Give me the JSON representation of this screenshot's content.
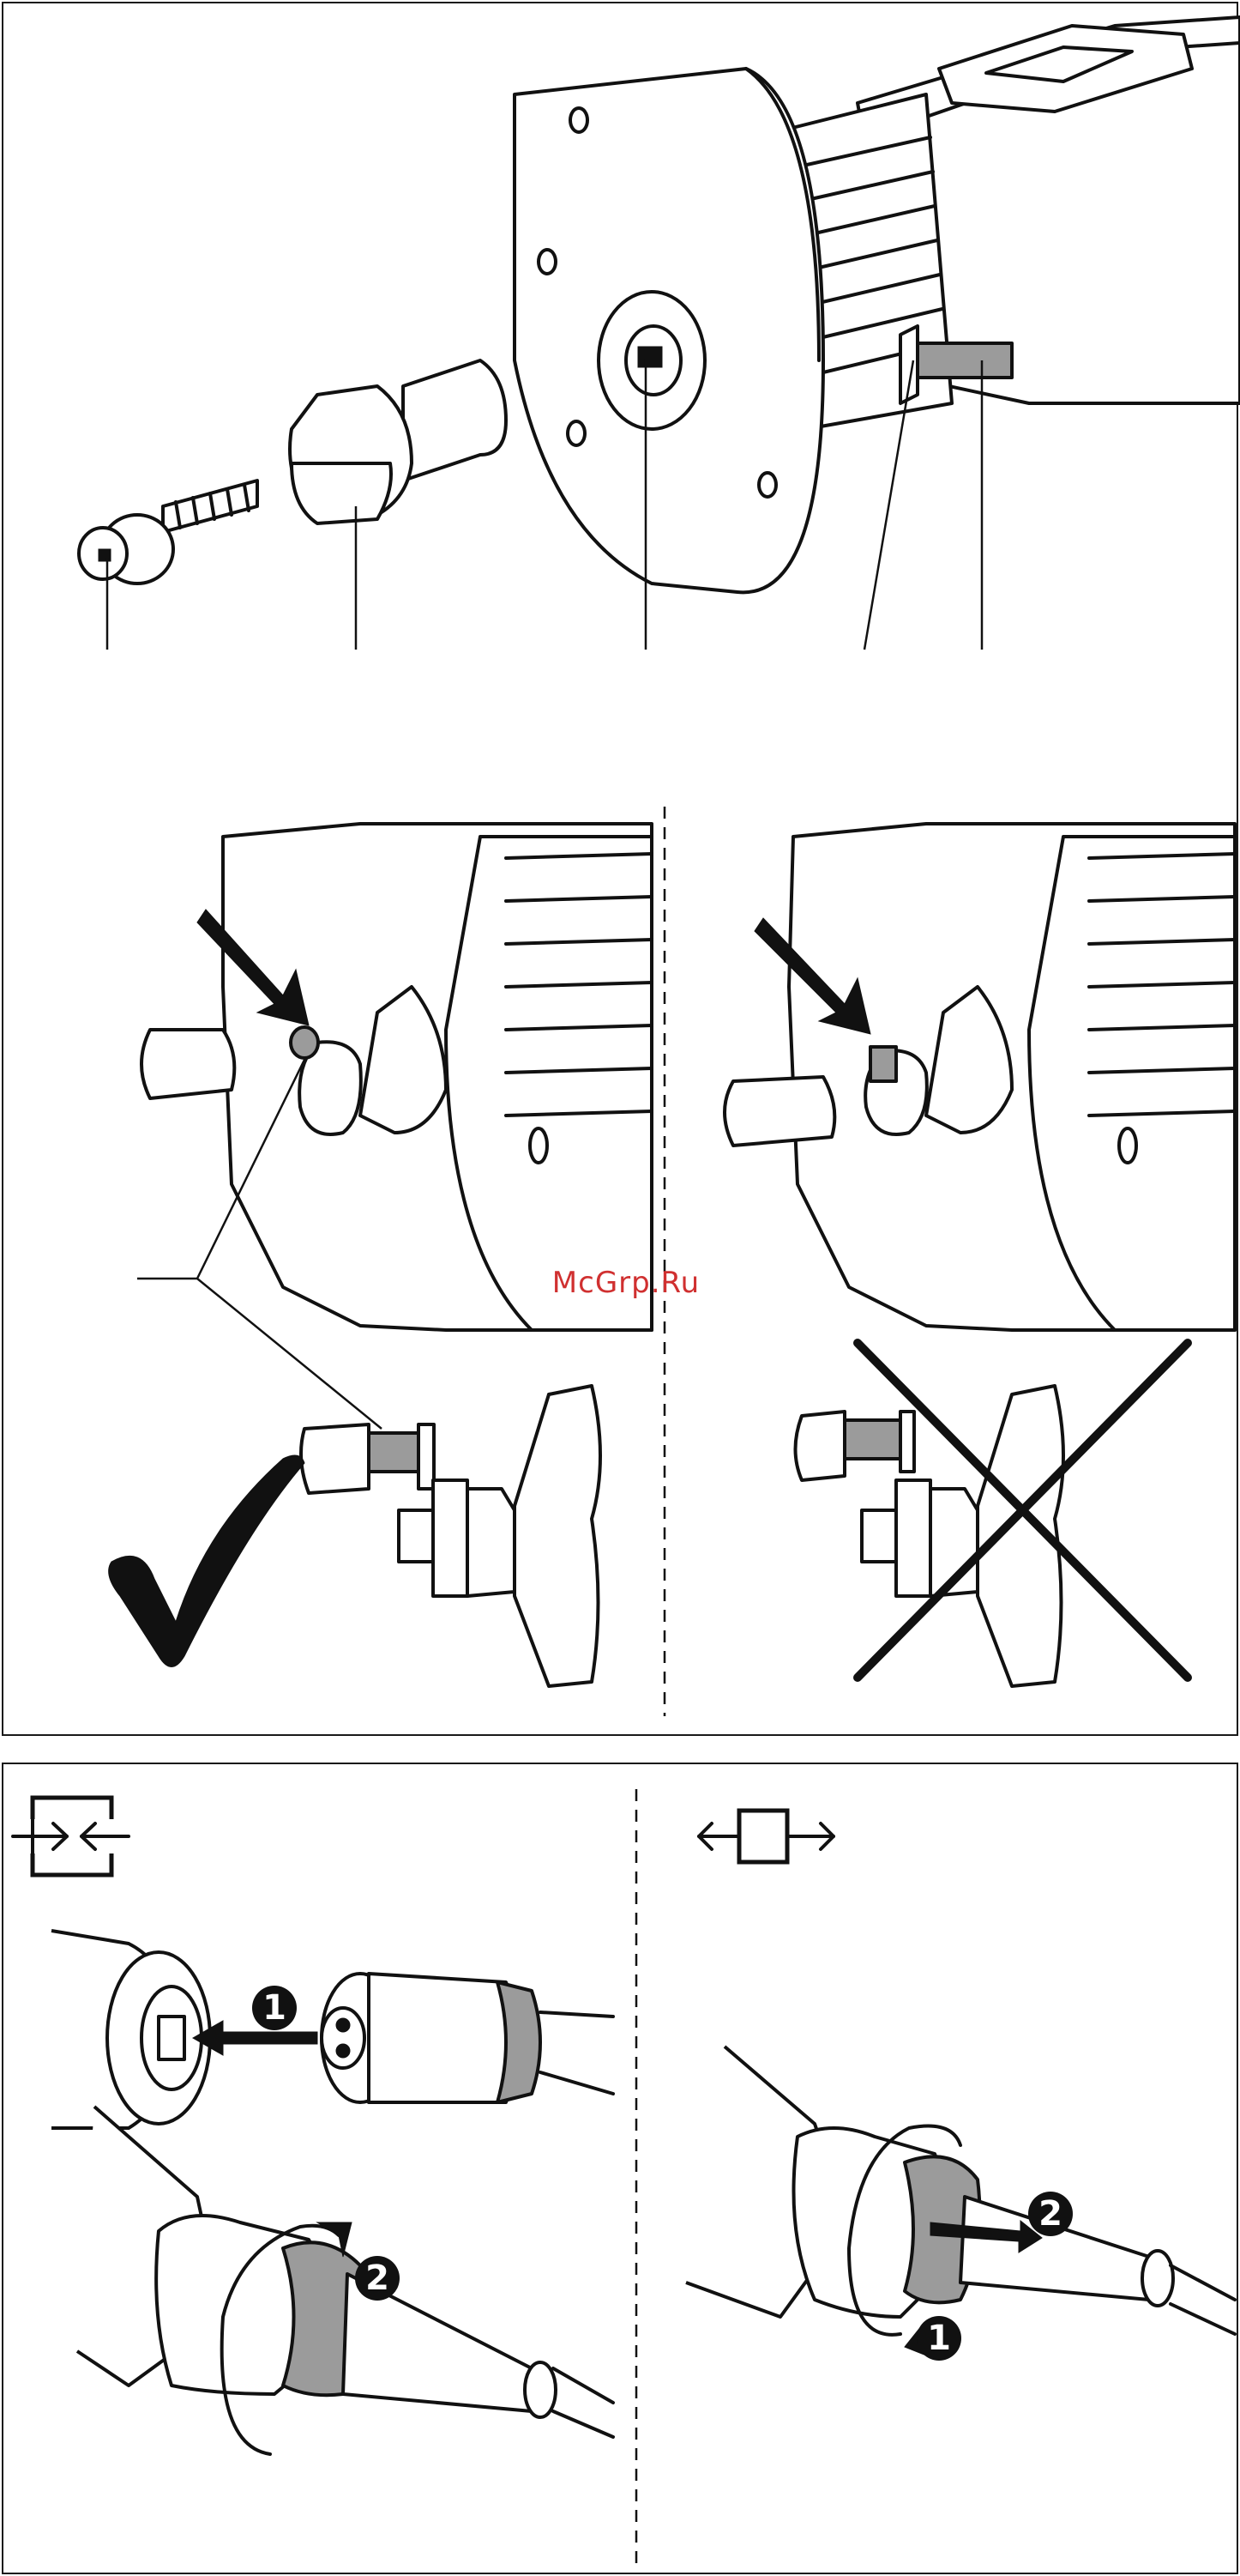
{
  "watermark": "McGrp.Ru",
  "steps": {
    "connect_step_1": "1",
    "connect_step_2": "2",
    "disconnect_step_1": "1",
    "disconnect_step_2": "2"
  },
  "colors": {
    "line": "#111111",
    "grey_fill": "#9b9b9b",
    "watermark": "#d03030",
    "background": "#ffffff"
  },
  "icons": [
    "check-mark-icon",
    "cross-mark-icon",
    "arrows-inward-box-icon",
    "arrows-outward-box-icon"
  ]
}
